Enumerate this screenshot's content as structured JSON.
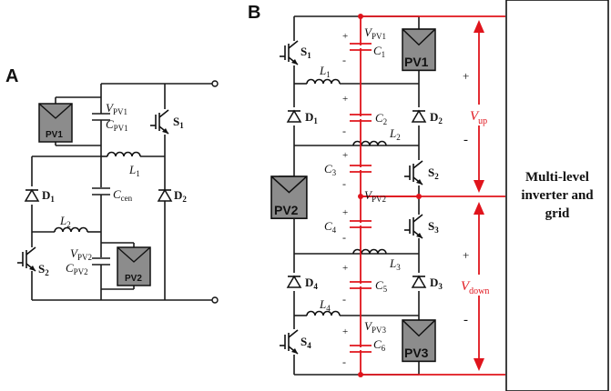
{
  "panel_a": {
    "label": "A",
    "pv1": "PV1",
    "pv2": "PV2",
    "vpv1": "V",
    "vpv1_sub": "PV1",
    "cpv1": "C",
    "cpv1_sub": "PV1",
    "vpv2": "V",
    "vpv2_sub": "PV2",
    "cpv2": "C",
    "cpv2_sub": "PV2",
    "ccen": "C",
    "ccen_sub": "cen",
    "l1": "L",
    "l1_sub": "1",
    "l2": "L",
    "l2_sub": "2",
    "s1": "S",
    "s1_sub": "1",
    "s2": "S",
    "s2_sub": "2",
    "d1": "D",
    "d1_sub": "1",
    "d2": "D",
    "d2_sub": "2"
  },
  "panel_b": {
    "label": "B",
    "pv1": "PV1",
    "pv2": "PV2",
    "pv3": "PV3",
    "vpv1": "V",
    "vpv1_sub": "PV1",
    "vpv2": "V",
    "vpv2_sub": "PV2",
    "vpv3": "V",
    "vpv3_sub": "PV3",
    "c1": "C",
    "c1_sub": "1",
    "c2": "C",
    "c2_sub": "2",
    "c3": "C",
    "c3_sub": "3",
    "c4": "C",
    "c4_sub": "4",
    "c5": "C",
    "c5_sub": "5",
    "c6": "C",
    "c6_sub": "6",
    "l1": "L",
    "l1_sub": "1",
    "l2": "L",
    "l2_sub": "2",
    "l3": "L",
    "l3_sub": "3",
    "l4": "L",
    "l4_sub": "4",
    "s1": "S",
    "s1_sub": "1",
    "s2": "S",
    "s2_sub": "2",
    "s3": "S",
    "s3_sub": "3",
    "s4": "S",
    "s4_sub": "4",
    "d1": "D",
    "d1_sub": "1",
    "d2": "D",
    "d2_sub": "2",
    "d3": "D",
    "d3_sub": "3",
    "d4": "D",
    "d4_sub": "4",
    "vup": "V",
    "vup_sub": "up",
    "vdown": "V",
    "vdown_sub": "down",
    "plus": "+",
    "minus": "-",
    "inverter_line1": "Multi-level",
    "inverter_line2": "inverter and",
    "inverter_line3": "grid"
  },
  "colors": {
    "wire": "#1a1a1a",
    "highlight": "#e0141c",
    "pv_fill": "#8c8c8c"
  }
}
